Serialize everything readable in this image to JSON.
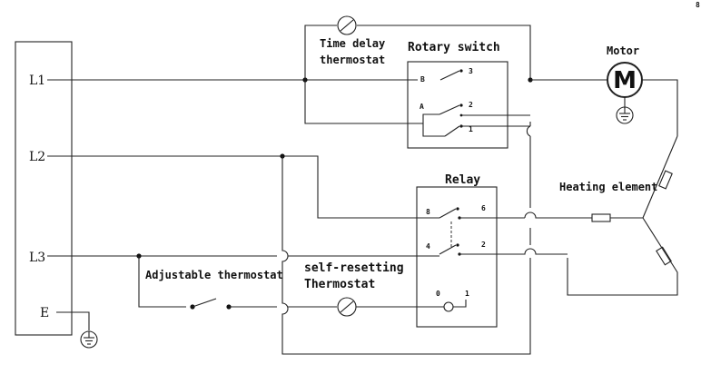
{
  "terminals": {
    "l1": "L1",
    "l2": "L2",
    "l3": "L3",
    "e": "E"
  },
  "labels": {
    "time_delay_line1": "Time delay",
    "time_delay_line2": "thermostat",
    "rotary_switch": "Rotary switch",
    "motor": "Motor",
    "motor_symbol": "M",
    "relay": "Relay",
    "heating_element": "Heating element",
    "adjustable_thermostat": "Adjustable thermostat",
    "self_resetting_line1": "self-resetting",
    "self_resetting_line2": "Thermostat",
    "corner_mark": "8"
  },
  "rotary_pins": {
    "b": "B",
    "a": "A",
    "p3": "3",
    "p2": "2",
    "p1": "1"
  },
  "relay_pins": {
    "p8": "8",
    "p6": "6",
    "p4": "4",
    "p2": "2",
    "p0": "0",
    "p1": "1"
  }
}
